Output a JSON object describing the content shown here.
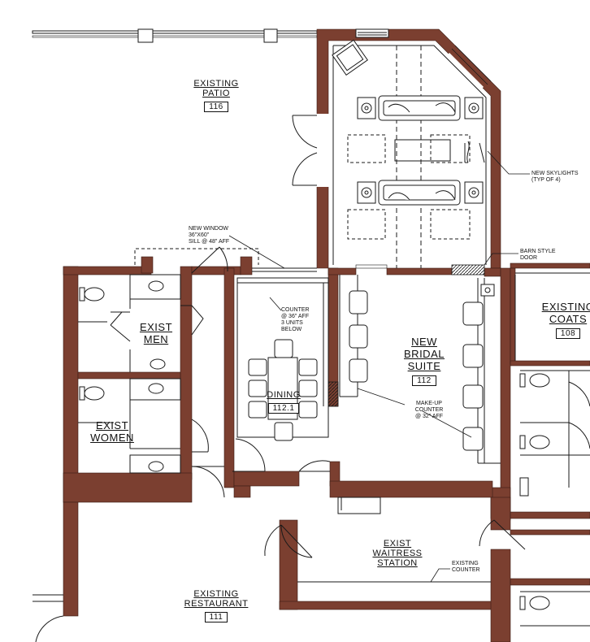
{
  "colors": {
    "wall": "#7b3f30",
    "line": "#1a1a1a",
    "background": "#ffffff"
  },
  "rooms": {
    "patio": {
      "name_1": "EXISTING",
      "name_2": "PATIO",
      "number": "116"
    },
    "bridal": {
      "name_1": "NEW",
      "name_2": "BRIDAL",
      "name_3": "SUITE",
      "number": "112"
    },
    "dining": {
      "name_1": "DINING",
      "number": "112.1"
    },
    "coats": {
      "name_1": "EXISTING",
      "name_2": "COATS",
      "number": "108"
    },
    "men": {
      "name_1": "EXIST",
      "name_2": "MEN"
    },
    "women": {
      "name_1": "EXIST",
      "name_2": "WOMEN"
    },
    "waitress": {
      "name_1": "EXIST",
      "name_2": "WAITRESS",
      "name_3": "STATION"
    },
    "restaurant": {
      "name_1": "EXISTING",
      "name_2": "RESTAURANT",
      "number": "111"
    }
  },
  "notes": {
    "skylights": {
      "line_1": "NEW SKYLIGHTS",
      "line_2": "(TYP OF 4)"
    },
    "barn_door": {
      "line_1": "BARN STYLE",
      "line_2": "DOOR"
    },
    "new_window": {
      "line_1": "NEW WINDOW",
      "line_2": "36\"x60\"",
      "line_3": "SILL @ 48\" AFF"
    },
    "counter": {
      "line_1": "COUNTER",
      "line_2": "@ 36\" AFF",
      "line_3": "3 UNITS",
      "line_4": "BELOW"
    },
    "makeup": {
      "line_1": "MAKE-UP",
      "line_2": "COUNTER",
      "line_3": "@ 32\" AFF"
    },
    "existing_counter": {
      "line_1": "EXISTING",
      "line_2": "COUNTER"
    }
  }
}
